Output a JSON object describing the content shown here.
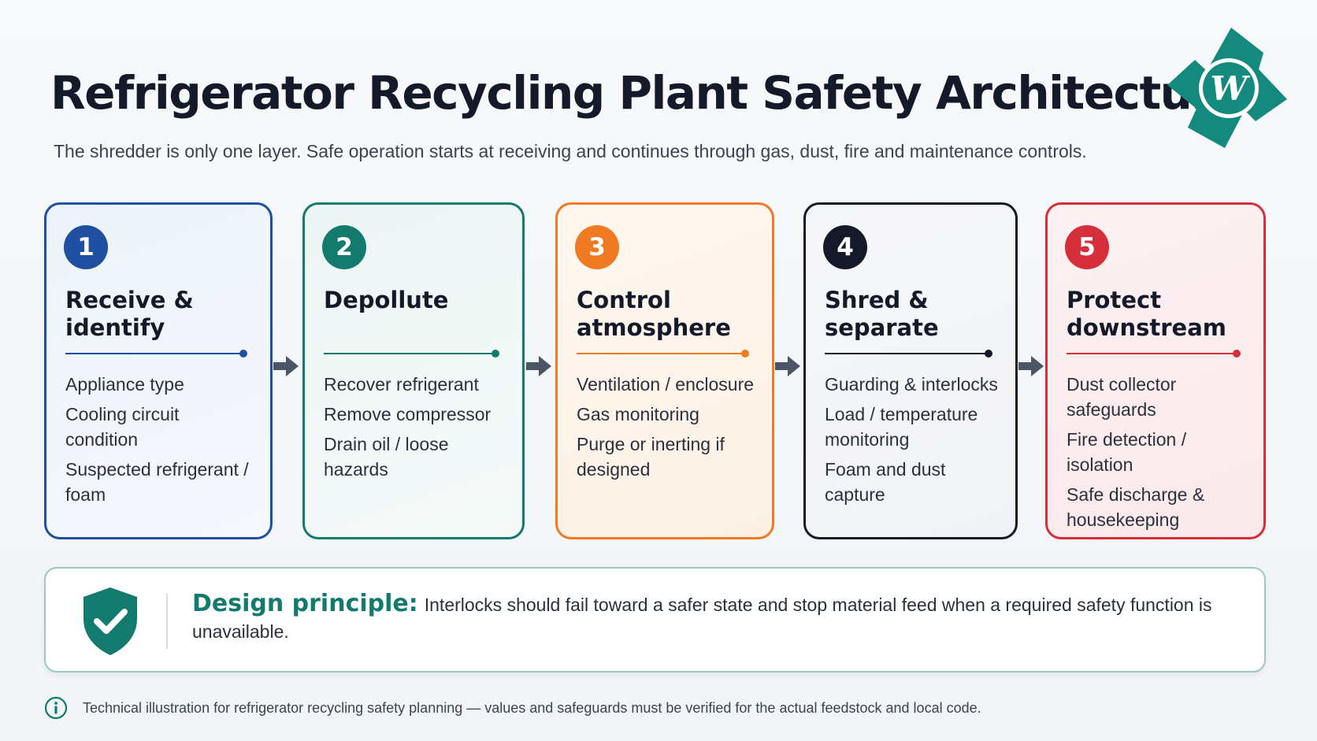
{
  "header": {
    "title": "Refrigerator Recycling Plant Safety Architecture",
    "subtitle": "The shredder is only one layer. Safe operation starts at receiving and continues through gas, dust, fire and maintenance controls."
  },
  "steps": [
    {
      "number": "1",
      "title": "Receive & identify",
      "color": "#1f4fa0",
      "items": [
        "Appliance type",
        "Cooling circuit condition",
        "Suspected refrigerant / foam"
      ]
    },
    {
      "number": "2",
      "title": "Depollute",
      "color": "#137a6e",
      "items": [
        "Recover refrigerant",
        "Remove compressor",
        "Drain oil / loose hazards"
      ]
    },
    {
      "number": "3",
      "title": "Control atmosphere",
      "color": "#ef7a22",
      "items": [
        "Ventilation / enclosure",
        "Gas monitoring",
        "Purge or inerting if designed"
      ]
    },
    {
      "number": "4",
      "title": "Shred & separate",
      "color": "#141a2a",
      "items": [
        "Guarding & interlocks",
        "Load / temperature monitoring",
        "Foam and dust capture"
      ]
    },
    {
      "number": "5",
      "title": "Protect downstream",
      "color": "#d62f3b",
      "items": [
        "Dust collector safeguards",
        "Fire detection / isolation",
        "Safe discharge & housekeeping"
      ]
    }
  ],
  "principle": {
    "label": "Design principle:",
    "text": "Interlocks should fail toward a safer state and stop material feed when a required safety function is unavailable.",
    "icon": "shield-check-icon",
    "color": "#137a6e"
  },
  "footer": {
    "icon": "info-icon",
    "text": "Technical illustration for refrigerator recycling safety planning — values and safeguards must be verified for the actual feedstock and local code."
  },
  "logo": {
    "icon": "gear-logo-icon",
    "color": "#138a7d"
  }
}
